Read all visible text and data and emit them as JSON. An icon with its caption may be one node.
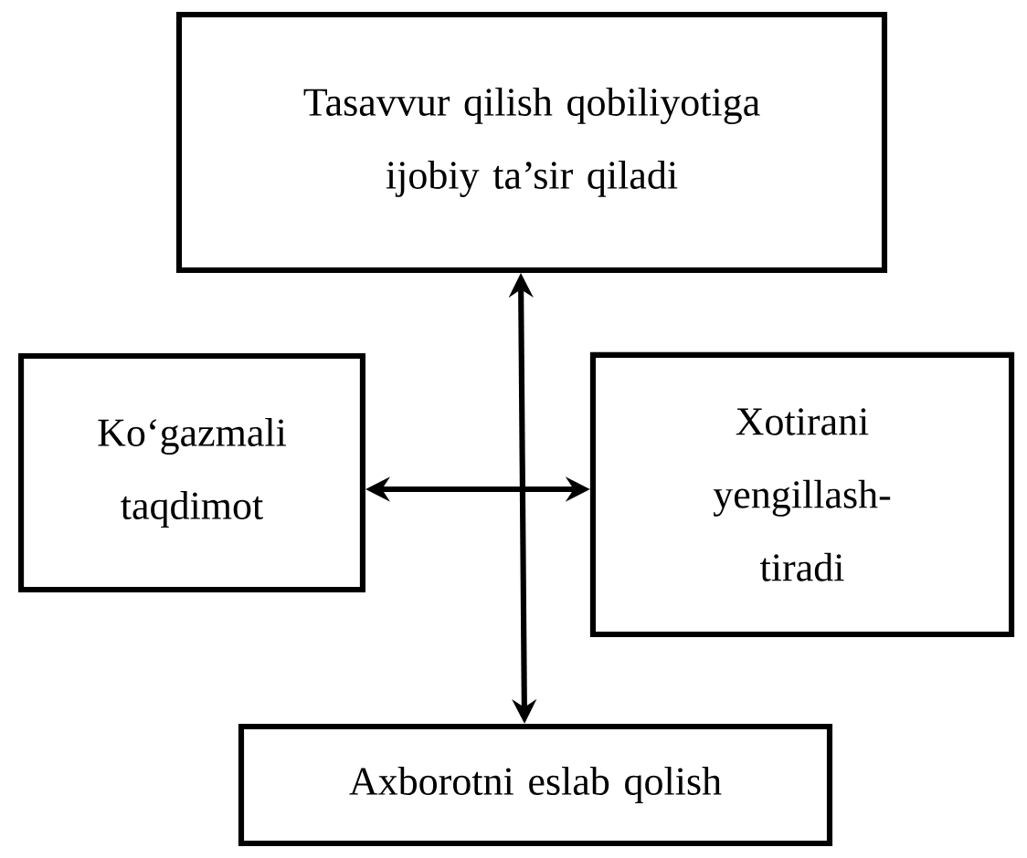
{
  "diagram": {
    "nodes": [
      {
        "text": [
          "Tasavvur qilish qobiliyotiga ijobiy ta’sir qiladi"
        ]
      },
      {
        "text": [
          "Ko‘gazmali taqdimot"
        ]
      },
      {
        "text": [
          "Xotirani yengillash-tiradi"
        ]
      },
      {
        "text": [
          "Axborotni eslab qolish"
        ]
      }
    ],
    "edges": [
      {
        "from": 0,
        "to": 3,
        "arrow": "both"
      },
      {
        "from": 1,
        "to": 2,
        "arrow": "both"
      }
    ]
  }
}
